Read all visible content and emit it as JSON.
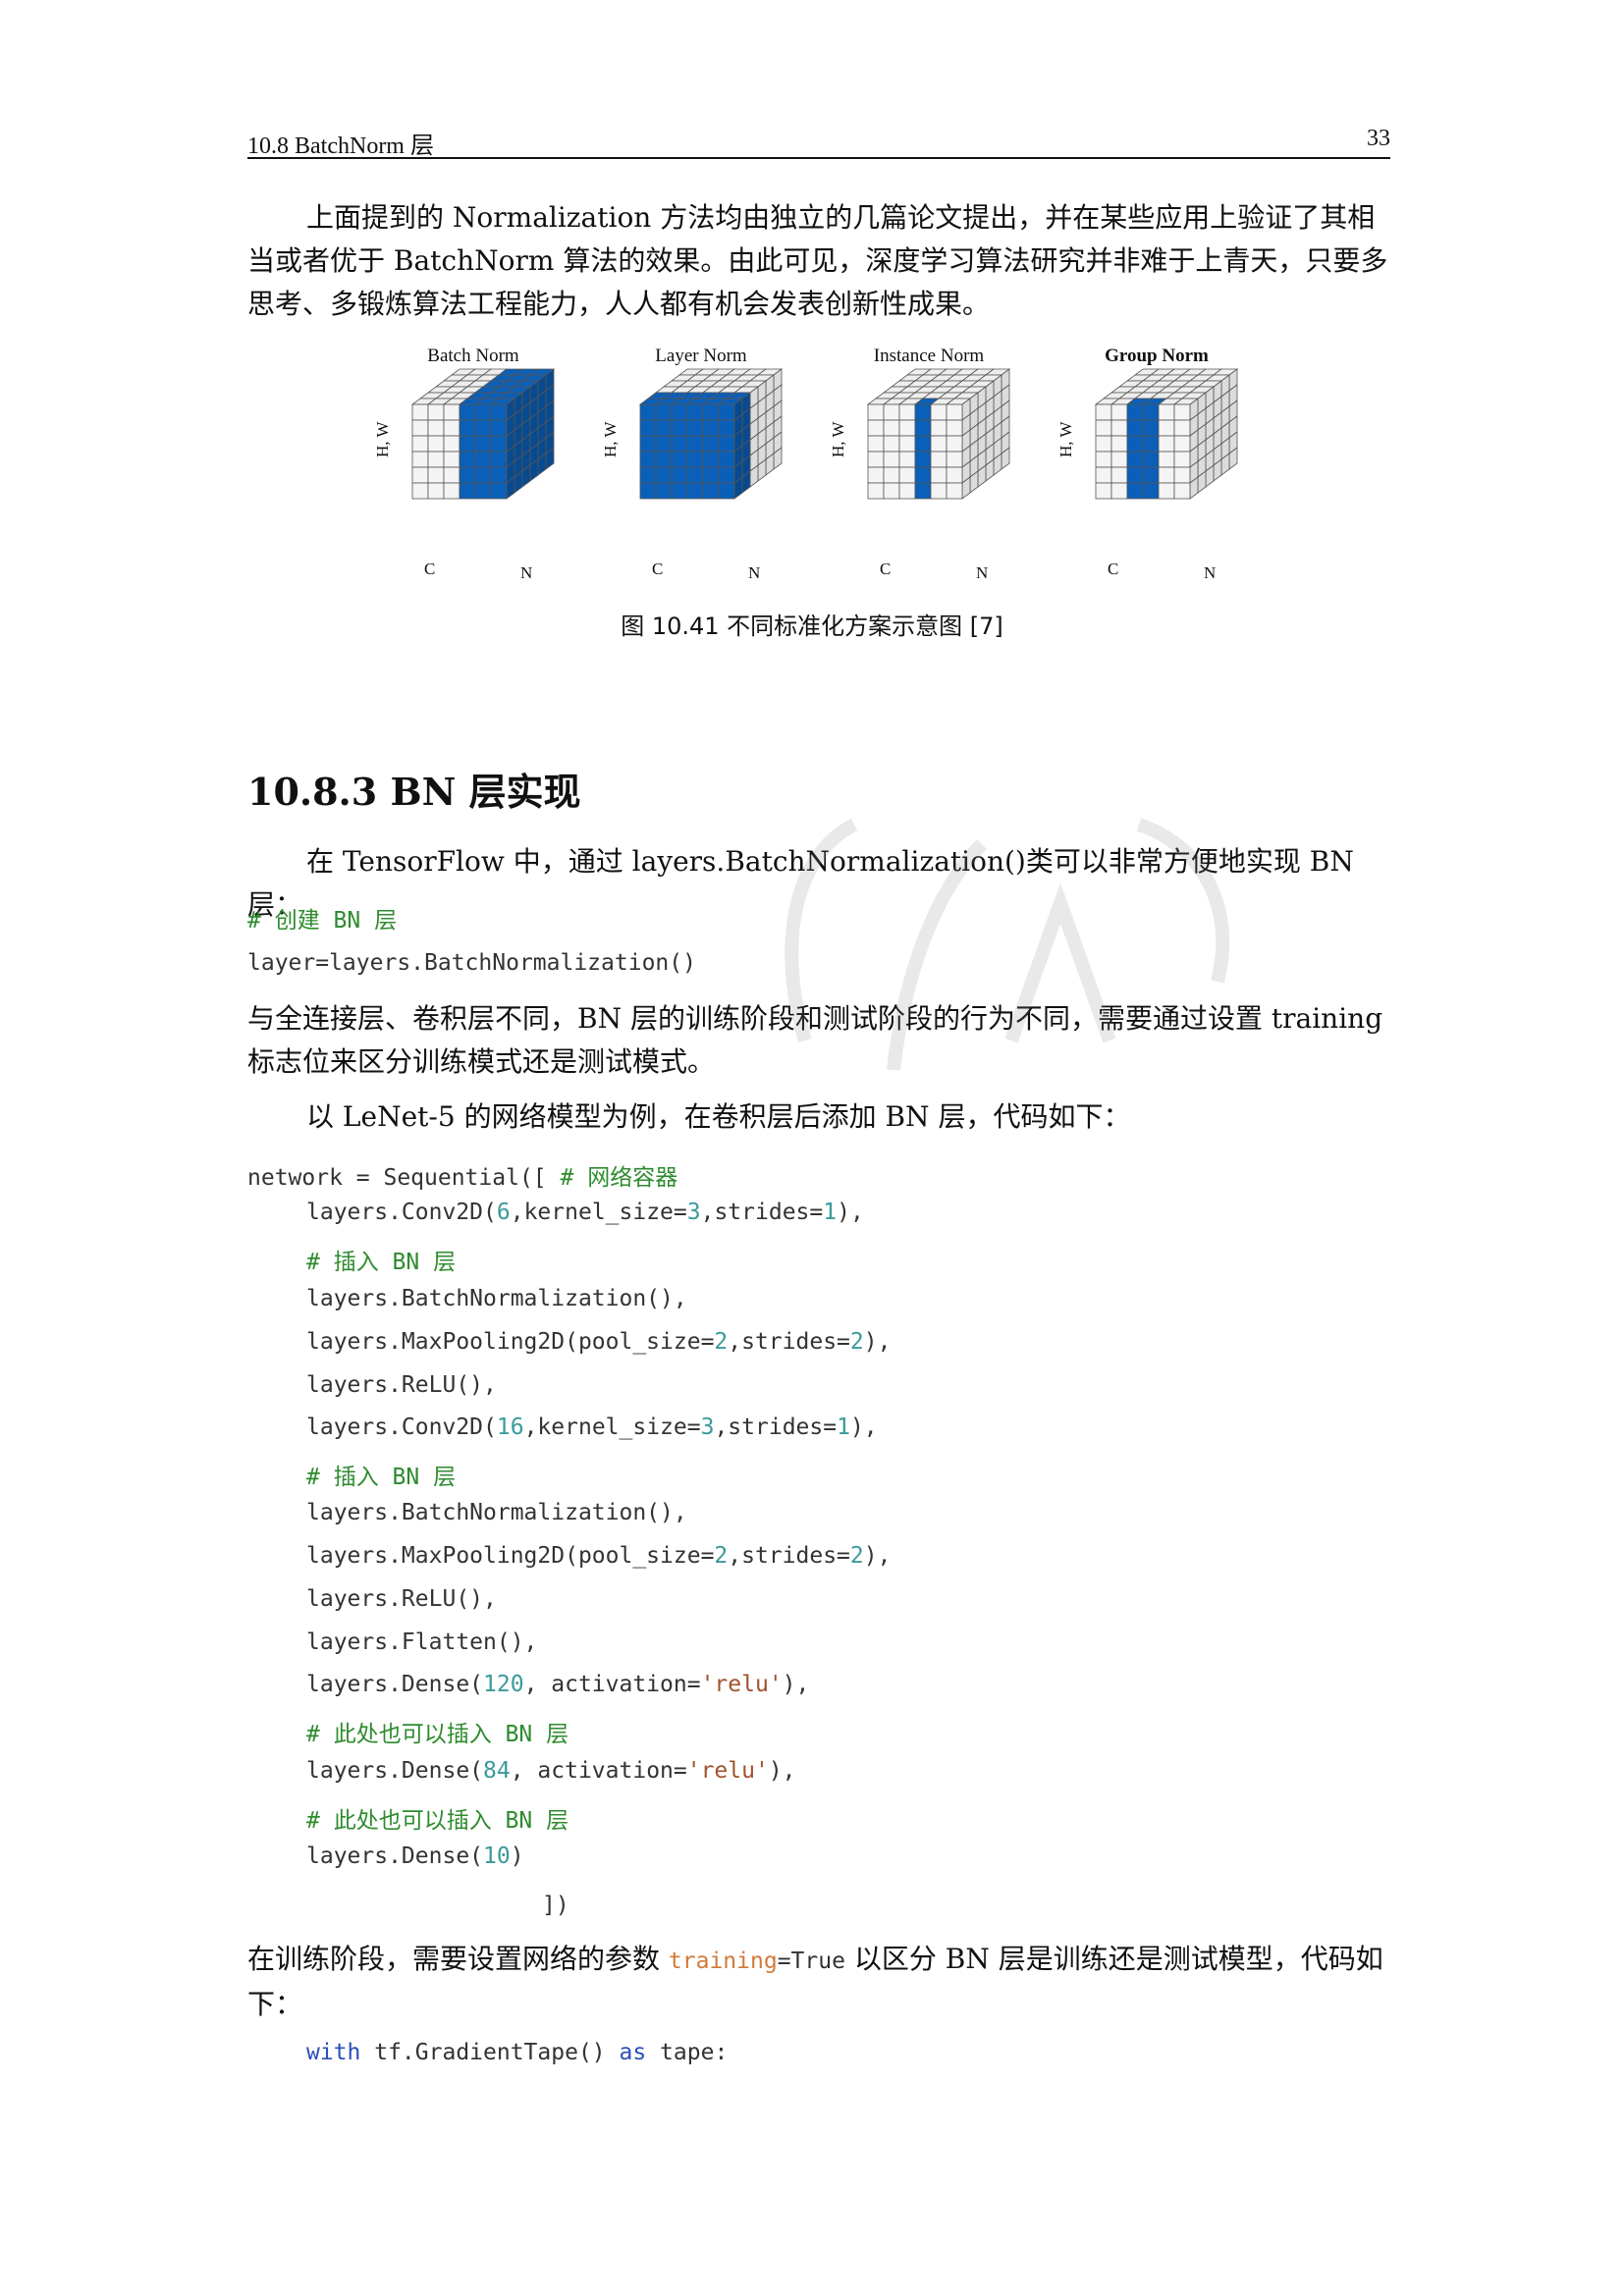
{
  "header": {
    "section": "10.8 BatchNorm 层",
    "page_number": "33"
  },
  "intro_paragraph": "上面提到的 Normalization 方法均由独立的几篇论文提出，并在某些应用上验证了其相当或者优于 BatchNorm 算法的效果。由此可见，深度学习算法研究并非难于上青天，只要多思考、多锻炼算法工程能力，人人都有机会发表创新性成果。",
  "figure": {
    "panels": [
      {
        "title": "Batch Norm",
        "highlight": "batch"
      },
      {
        "title": "Layer Norm",
        "highlight": "layer"
      },
      {
        "title": "Instance Norm",
        "highlight": "instance"
      },
      {
        "title": "Group Norm",
        "highlight": "group"
      }
    ],
    "axis_hw": "H, W",
    "axis_c": "C",
    "axis_n": "N",
    "highlight_color": "#0a5fb8",
    "caption": "图 10.41  不同标准化方案示意图 [7]"
  },
  "section_title": "10.8.3 BN 层实现",
  "para_tf": "在 TensorFlow 中，通过 layers.BatchNormalization()类可以非常方便地实现 BN 层：",
  "code1": {
    "comment": "# 创建 BN 层",
    "line": "layer=layers.BatchNormalization()"
  },
  "para_diff": "与全连接层、卷积层不同，BN 层的训练阶段和测试阶段的行为不同，需要通过设置 training 标志位来区分训练模式还是测试模式。",
  "para_lenet": "以 LeNet-5 的网络模型为例，在卷积层后添加 BN 层，代码如下：",
  "code2": {
    "l0_a": "network = Sequential([ ",
    "l0_comment": "# 网络容器",
    "l1_a": "layers.Conv2D(",
    "l1_n1": "6",
    "l1_b": ",kernel_size=",
    "l1_n2": "3",
    "l1_c": ",strides=",
    "l1_n3": "1",
    "l1_d": "),",
    "l2": "# 插入 BN 层",
    "l3": "layers.BatchNormalization(),",
    "l4_a": "layers.MaxPooling2D(pool_size=",
    "l4_n1": "2",
    "l4_b": ",strides=",
    "l4_n2": "2",
    "l4_c": "),",
    "l5": "layers.ReLU(),",
    "l6_a": "layers.Conv2D(",
    "l6_n1": "16",
    "l6_b": ",kernel_size=",
    "l6_n2": "3",
    "l6_c": ",strides=",
    "l6_n3": "1",
    "l6_d": "),",
    "l7": "# 插入 BN 层",
    "l8": "layers.BatchNormalization(),",
    "l9_a": "layers.MaxPooling2D(pool_size=",
    "l9_n1": "2",
    "l9_b": ",strides=",
    "l9_n2": "2",
    "l9_c": "),",
    "l10": "layers.ReLU(),",
    "l11": "layers.Flatten(),",
    "l12_a": "layers.Dense(",
    "l12_n": "120",
    "l12_b": ", activation=",
    "l12_s": "'relu'",
    "l12_c": "),",
    "l13": "# 此处也可以插入 BN 层",
    "l14_a": "layers.Dense(",
    "l14_n": "84",
    "l14_b": ", activation=",
    "l14_s": "'relu'",
    "l14_c": "),",
    "l15": "# 此处也可以插入 BN 层",
    "l16_a": "layers.Dense(",
    "l16_n": "10",
    "l16_b": ")",
    "l17": "])"
  },
  "para_train_a": "在训练阶段，需要设置网络的参数 ",
  "para_train_code1": "training",
  "para_train_code2": "=True",
  "para_train_b": " 以区分 BN 层是训练还是测试模型，代码如下：",
  "code3": {
    "kw1": "with",
    "mid": " tf.GradientTape() ",
    "kw2": "as",
    "end": " tape:"
  }
}
